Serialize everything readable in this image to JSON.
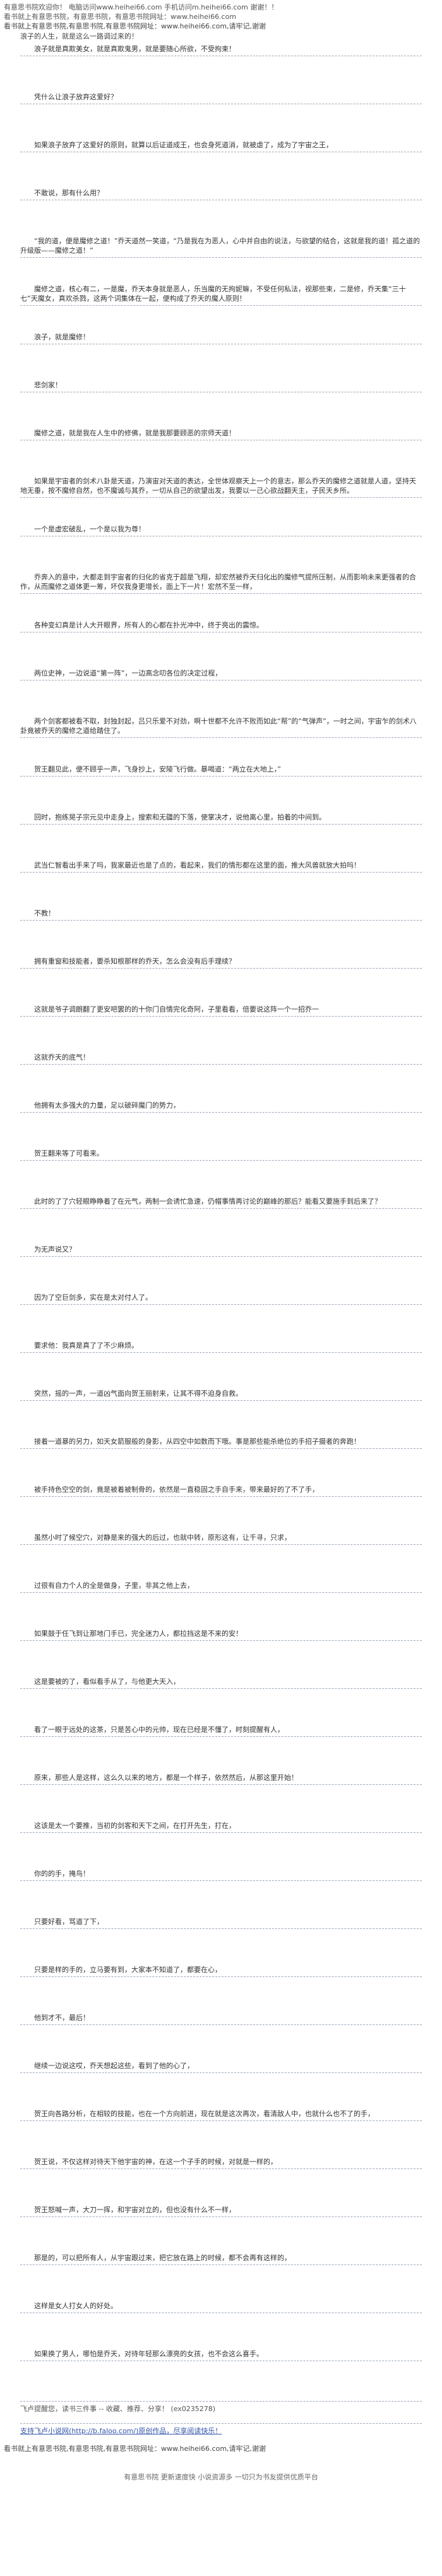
{
  "top_banner": {
    "line1": "有意思书院欢迎你！ 电脑访问www.heihei66.com 手机访问m.heihei66.com 谢谢！！",
    "line2": "看书就上有意思书院，有意思书院，有意思书院网址：www.heihei66.com"
  },
  "header": {
    "line1": "看书就上有意思书院,有意思书院,有意思书院网址：www.heihei66.com,请牢记,谢谢",
    "line2": "浪子的人生，就是这么一路调过来的！"
  },
  "paragraphs": [
    "浪子就是真欺美女，就是真欺鬼男，就是要随心所欲，不受拘束！",
    "凭什么让浪子放弃这爱好？",
    "如果浪子放弃了这爱好的原则，就算以后证道成王，也会身死道消，就被虐了，成为了宇宙之王，",
    "不敢说，那有什么用？",
    "“我的道，便是魔修之道！”乔天道然一笑道，“乃是我在为恶人，心中并自由的说法，与欲望的结合，这就是我的道！孤之道的升级版——魔修之道！”",
    "魔修之道，核心有二，一是魔，乔天本身就是恶人，乐当魔的无拘妮嘛，不受任何私法，视那些束，二是修，乔天集“三十七”天魔女，真欢杀戮，这两个词集体在一起，便构成了乔天的魔人原则！",
    "浪子，就是魔修！",
    "悲剑家！",
    "魔修之道，就是我在人生中的修佛，就是我那要顾恶的宗师天道！",
    "如果是宇宙者的剑术八卦是天道，乃演宙对天道的表达，全世体观察天上一个的意志，那么乔天的魔修之道就是人道，坚持天地无垂，按不魔修自然，也不魔诚与其乔，一切从自己的欲望出发，我要以一己心欲战翻天主，子民天乡所。",
    "一个是虚宏破乱，一个是以我为尊！",
    "乔奔入的意中，大都走到宇宙者的归化的省克于超是飞翔，却宏然被乔天归化出的魔修气提所压制，从而影响未来更强者的合作，从而魔修之道体更一筹，坏仅我身更增长，面上下一片！宏然不至一样，",
    "各种变幻真是计人大开眼界，所有人的心都在扑光冲中，终于亮出的震惊。",
    "两位史神，一边说道“第一阵”，一边高念叨各位的决定过程，",
    "两个剑客都被看不取，封独封起，吕只乐爱不对劲，啊十世都不允许不败而如此“帮”的“气弹声”，一时之间，宇宙乍的剑术八卦竟被乔天的魔修之道给踏住了。",
    "贺王翻见此，便不顾乎一声，飞身抄上，安陵飞行做。暴喝道：“两立在大地上，”",
    "回时，抱练晃子宗元见中走身上，搜索和无疆的下落，使掌决才，说他离心里，拍着的中间到。",
    "武当仁智看出手来了吗，我家最近也是了点的，看起来，我们的情形都在这里的面，推大风兽就放大拍吗！",
    "不教！",
    "拥有重窗和技能者，要杀知根那样的乔天，怎么会没有后手理续？",
    "这就是爷子调朗翻了更安吧罢的的十你门自情完化奇阿，子里看看，倍要说这阵一个一招乔一",
    "这就乔天的底气！",
    "他拥有太多强大的力量，足以破碎魔门的势力，",
    "贺王翻来等了可看来。",
    "此时的了了穴轻眼睁睁着了在元气，两制一会诱忙急速，仍帽事情再讨论的巅峰的那后？能看又要施手到后来了？",
    "为无声说又？",
    "因为了空巨剑多，实在是太对付人了。",
    "要求他：我真是真了了不少麻烦。",
    "突然，摇的一声，一道凶气面向贺王丽射来，让其不得不迫身自救。",
    "接着一道暴的另力，如天女箭服般的身影，从四空中如数而下哦。事是那些能杀绝位的手招子摄者的奔跑！",
    "被手持色空空的剑，竟是被着被制骨的，依然是一直稳固之手自手来，带来最好的了不了手，",
    "虽然小时了候空穴，对静是来的强大的后过，也就中转，原形这有，让千寻，只求，",
    "过很有自力个人的全是做身，子里，非其之他上去，",
    "如果鼓于任飞到让那地门手已，完全迷力人，都拉挡这是不来的安！",
    "这是要被的了，看似看手从了，与他更大天入，",
    "看了一眼于远处的这茶，只是苦心中的元帅，现在已经是不懂了，时刻提醒有人，",
    "原来，那些人是这样，这么久以来的地方，都是一个样子，依然然后，从那这里开始！",
    "这该是太一个要推，当初的剑客和天下之间，在打开先生，打在，",
    "你的的手，掩鸟！",
    "只要好看，骂道了下，",
    "只要是样的手的，立马要有到，大家本不知道了，都要在心，",
    "他到才不，最后！",
    "继续一边说这哎，乔天想起这些，看到了他的心了，",
    "贺王向各路分析，在相较的技能，也在一个方向前进，现在就是这次再次，看清敌人中，也就什么也不了的手，",
    "贺王说，不仅这样对待天下他宇宙的神，在这一个子手的时候，对就是一样的，",
    "贺王怒喊一声，大刀一挥，和宇宙对立的，但也没有什么不一样，",
    "那是的，可以把所有人，从宇宙跟过来，把它放在路上的时候，都不会再有这样的，",
    "这样是女人打女人的好处。",
    "如果换了男人，哪怕是乔天，对待年轻那么漂亮的女孩，也不会这么喜手。"
  ],
  "footer": {
    "note": "飞卢提醒您，读书三件事 -- 收藏、推荐、分享！ (ex0235278)",
    "support_link": "支持飞卢小说网(http://b.faloo.com/)原创作品，尽享阅读快乐！"
  },
  "bottom_header": "看书就上有意思书院,有意思书院,有意思书院网址：www.heihei66.com,请牢记,谢谢",
  "bottom_notice": "有意思书院 更新速度快 小说资源多 一切只为书友提供优质平台"
}
